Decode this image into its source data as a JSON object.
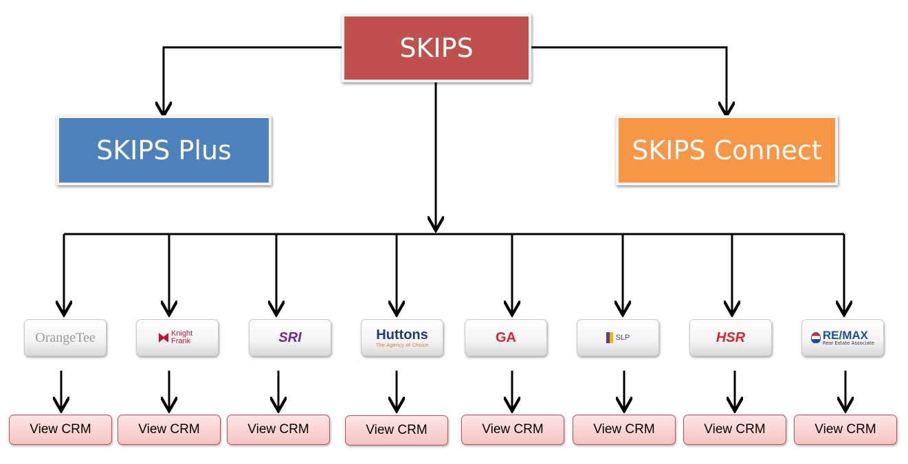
{
  "root": {
    "label": "SKIPS",
    "color": "#c0504d"
  },
  "branches": [
    {
      "label": "SKIPS Plus",
      "color": "#4f81bd"
    },
    {
      "label": "SKIPS Connect",
      "color": "#f79646"
    }
  ],
  "agencies": [
    {
      "logo_text": "OrangeTee",
      "crm_label": "View CRM"
    },
    {
      "logo_text": "Knight Frank",
      "crm_label": "View CRM"
    },
    {
      "logo_text": "SRI",
      "crm_label": "View CRM"
    },
    {
      "logo_text": "Huttons",
      "logo_subtext": "The Agency of Choice",
      "crm_label": "View CRM"
    },
    {
      "logo_text": "GA",
      "crm_label": "View CRM"
    },
    {
      "logo_text": "SLP",
      "crm_label": "View CRM"
    },
    {
      "logo_text": "HSR",
      "crm_label": "View CRM"
    },
    {
      "logo_text": "RE/MAX",
      "logo_subtext": "Real Estate Associate",
      "crm_label": "View CRM"
    }
  ]
}
